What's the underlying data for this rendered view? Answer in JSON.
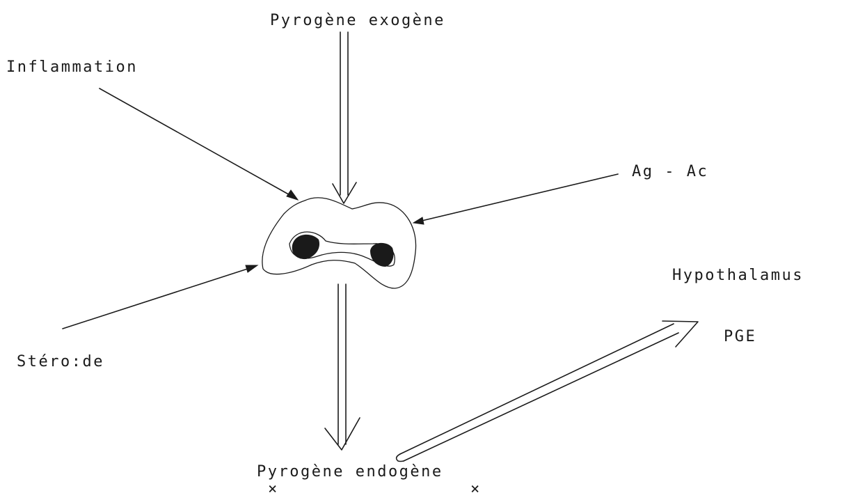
{
  "labels": {
    "exogenous": "Pyrogène exogène",
    "inflammation": "Inflammation",
    "ag_ac": "Ag - Ac",
    "hypothalamus": "Hypothalamus",
    "pge": "PGE",
    "steroid": "Stéro:de",
    "endogenous": "Pyrogène endogène",
    "mark": "×"
  }
}
